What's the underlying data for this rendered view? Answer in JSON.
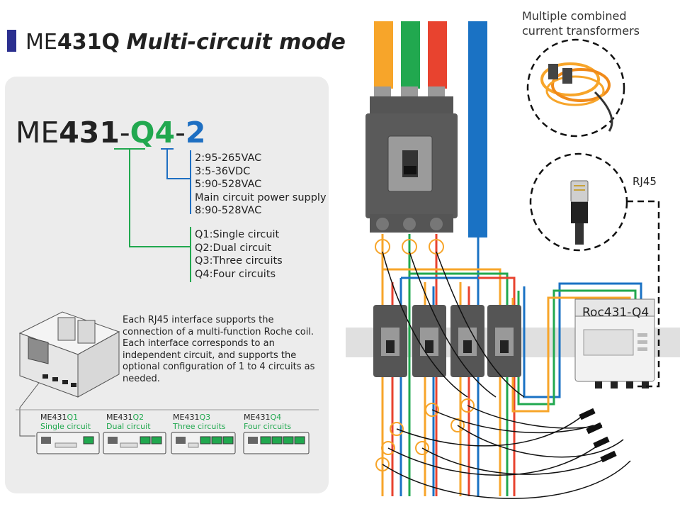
{
  "title": {
    "prefix": "ME",
    "model": "431Q",
    "mode": "Multi-circuit mode"
  },
  "model_code": {
    "a": "ME",
    "b": "431",
    "d1": "-",
    "c": "Q4",
    "d2": "-",
    "e": "2"
  },
  "power_options": [
    "2:95-265VAC",
    "3:5-36VDC",
    "5:90-528VAC",
    "Main circuit power supply",
    "8:90-528VAC"
  ],
  "circuit_options": [
    "Q1:Single circuit",
    "Q2:Dual circuit",
    "Q3:Three circuits",
    "Q4:Four circuits"
  ],
  "description": "Each RJ45 interface supports the connection of a multi-function Roche coil. Each interface corresponds to an independent circuit, and supports the optional configuration of 1 to 4 circuits as needed.",
  "variants": [
    {
      "model": "ME431",
      "code": "Q1",
      "label": "Single circuit"
    },
    {
      "model": "ME431",
      "code": "Q2",
      "label": "Dual circuit"
    },
    {
      "model": "ME431",
      "code": "Q3",
      "label": "Three circuits"
    },
    {
      "model": "ME431",
      "code": "Q4",
      "label": "Four circuits"
    }
  ],
  "ct_caption": [
    "Multiple combined",
    "current transformers"
  ],
  "rj45_label": "RJ45",
  "roc_label": "Roc431-Q4",
  "colors": {
    "accent_blue": "#2b2f8f",
    "green": "#21a84f",
    "blue": "#1e6fc2",
    "orange": "#f7a52a",
    "red": "#e8432f",
    "cable_blue": "#1a72c4"
  },
  "icons": [
    "breaker-icon",
    "current-transformer-icon",
    "rj45-connector-icon",
    "meter-device-icon"
  ]
}
